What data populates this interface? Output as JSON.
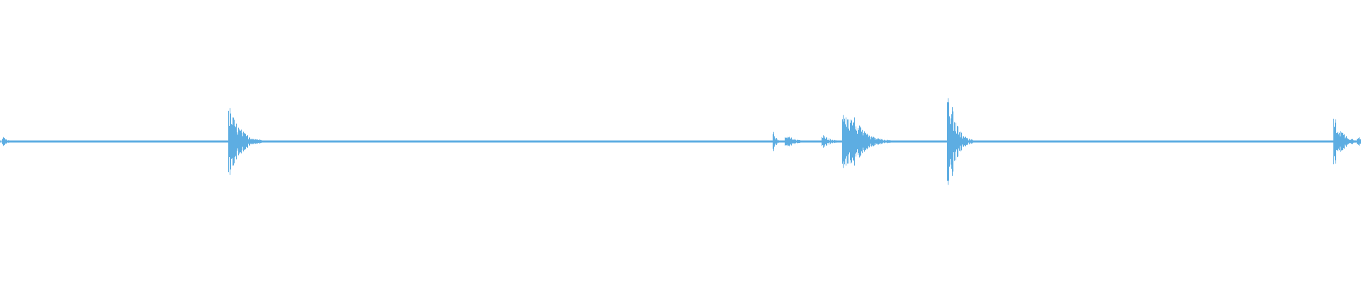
{
  "waveform": {
    "color": "#5dade2",
    "background": "#ffffff",
    "baseline_amplitude": 0.006,
    "bursts": [
      {
        "time_pct": 0.2,
        "amplitude": 0.04,
        "decay_pct": 0.3
      },
      {
        "time_pct": 16.8,
        "amplitude": 0.27,
        "decay_pct": 0.8
      },
      {
        "time_pct": 56.8,
        "amplitude": 0.08,
        "decay_pct": 0.2
      },
      {
        "time_pct": 57.7,
        "amplitude": 0.06,
        "decay_pct": 0.6
      },
      {
        "time_pct": 60.4,
        "amplitude": 0.05,
        "decay_pct": 0.6
      },
      {
        "time_pct": 61.9,
        "amplitude": 0.32,
        "decay_pct": 1.0
      },
      {
        "time_pct": 62.6,
        "amplitude": 0.22,
        "decay_pct": 0.8
      },
      {
        "time_pct": 69.6,
        "amplitude": 0.5,
        "decay_pct": 0.5
      },
      {
        "time_pct": 98.0,
        "amplitude": 0.2,
        "decay_pct": 0.6
      },
      {
        "time_pct": 99.7,
        "amplitude": 0.05,
        "decay_pct": 0.3
      }
    ]
  }
}
